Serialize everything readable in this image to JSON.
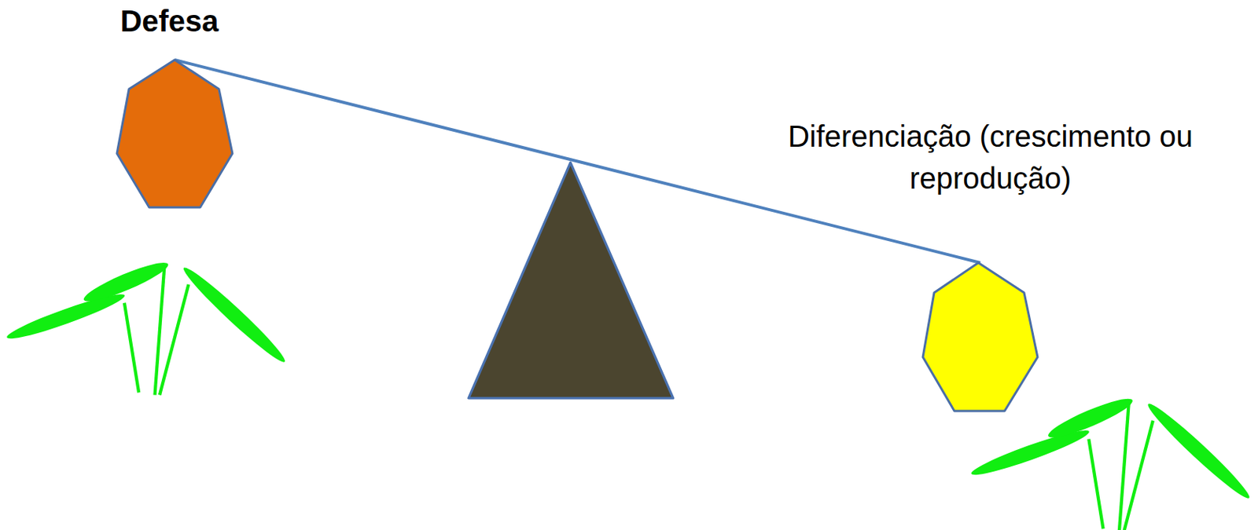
{
  "diagram": {
    "nodes": [
      {
        "text": [
          "Defesa"
        ]
      },
      {
        "text": [
          "Diferenciação (crescimento ou reprodução)"
        ]
      }
    ],
    "edges": [
      {
        "from": 0,
        "to": 1,
        "arrow": "none"
      }
    ]
  }
}
